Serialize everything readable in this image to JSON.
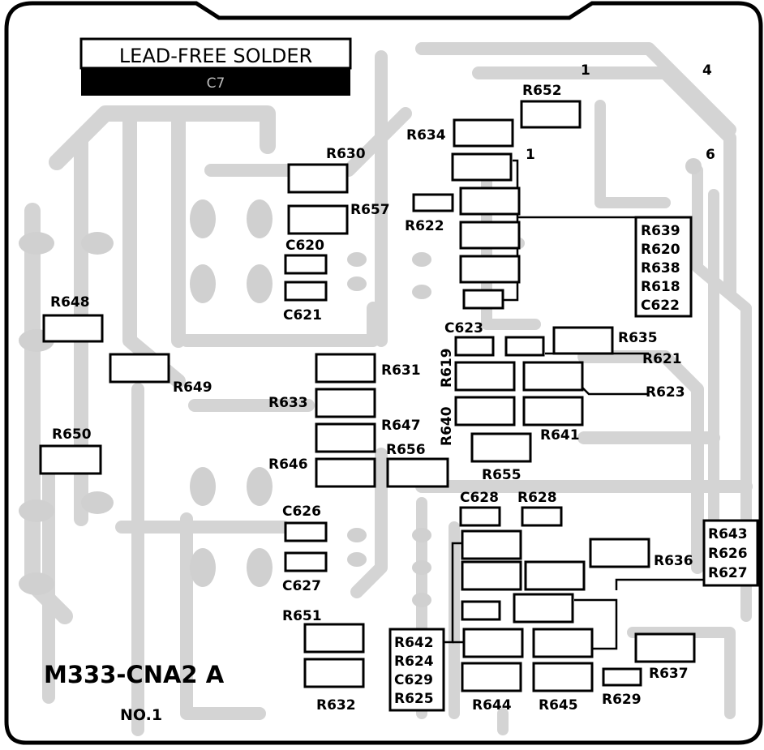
{
  "board": {
    "marking": "M333-CNA2 A",
    "number": "NO.1",
    "lead_free_label": "LEAD-FREE SOLDER",
    "lead_free_code": "C7",
    "pin_labels": [
      "1",
      "4",
      "6",
      "1"
    ]
  },
  "parts": {
    "R652": "R652",
    "R634": "R634",
    "R630": "R630",
    "R657": "R657",
    "R622": "R622",
    "C620": "C620",
    "C621": "C621",
    "R648": "R648",
    "R649": "R649",
    "R650": "R650",
    "C623": "C623",
    "R635": "R635",
    "R621": "R621",
    "R619": "R619",
    "R631": "R631",
    "R623": "R623",
    "R633": "R633",
    "R640": "R640",
    "R647": "R647",
    "R641": "R641",
    "R656": "R656",
    "R646": "R646",
    "R655": "R655",
    "C628": "C628",
    "R628": "R628",
    "C626": "C626",
    "R636": "R636",
    "C627": "C627",
    "R651": "R651",
    "R637": "R637",
    "R632": "R632",
    "R644": "R644",
    "R645": "R645",
    "R629": "R629"
  },
  "groups": {
    "right_top": [
      "R639",
      "R620",
      "R638",
      "R618",
      "C622"
    ],
    "right_mid": [
      "R643",
      "R626",
      "R627"
    ],
    "bottom_left": [
      "R642",
      "R624",
      "C629",
      "R625"
    ]
  }
}
